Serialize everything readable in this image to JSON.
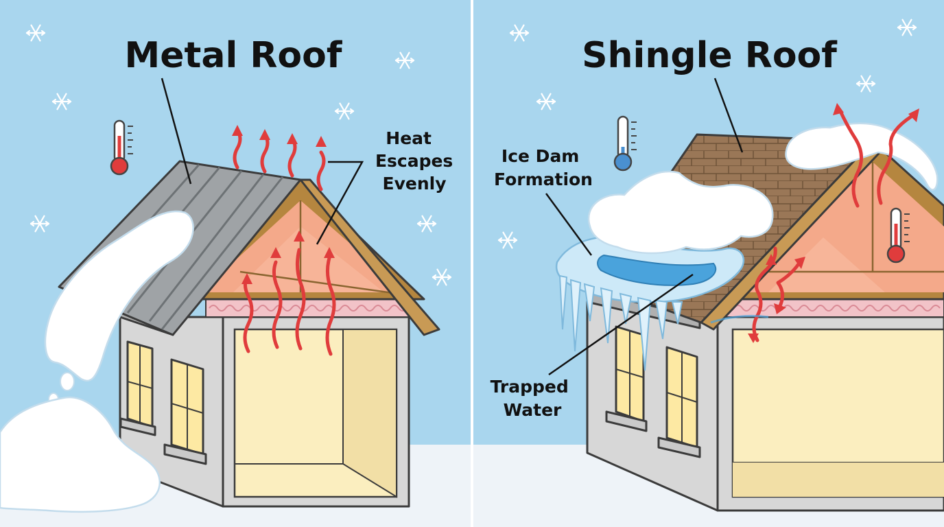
{
  "colors": {
    "sky": "#a9d6ee",
    "snow": "#ffffff",
    "snow_shadow": "#d8ebf6",
    "ground": "#eef3f8",
    "wall": "#d7d7d7",
    "interior": "#fbeebf",
    "attic_warm": "#f4a98a",
    "truss": "#b5863f",
    "metal_roof": "#9fa3a6",
    "shingle": "#9a7757",
    "insulation": "#f2c3c8",
    "ice": "#cde9f8",
    "water": "#4aa3dc",
    "heat_arrow": "#e03c3c",
    "window": "#fde9a3",
    "divider": "#ffffff"
  },
  "metal_panel": {
    "title": "Metal Roof",
    "heat_label": [
      "Heat",
      "Escapes",
      "Evenly"
    ],
    "icons": [
      "thermometer-hot-icon",
      "snowflake-icon"
    ]
  },
  "shingle_panel": {
    "title": "Shingle Roof",
    "ice_dam_label": [
      "Ice Dam",
      "Formation"
    ],
    "water_label": [
      "Trapped",
      "Water"
    ],
    "icons": [
      "thermometer-cold-icon",
      "thermometer-hot-icon",
      "snowflake-icon"
    ]
  }
}
